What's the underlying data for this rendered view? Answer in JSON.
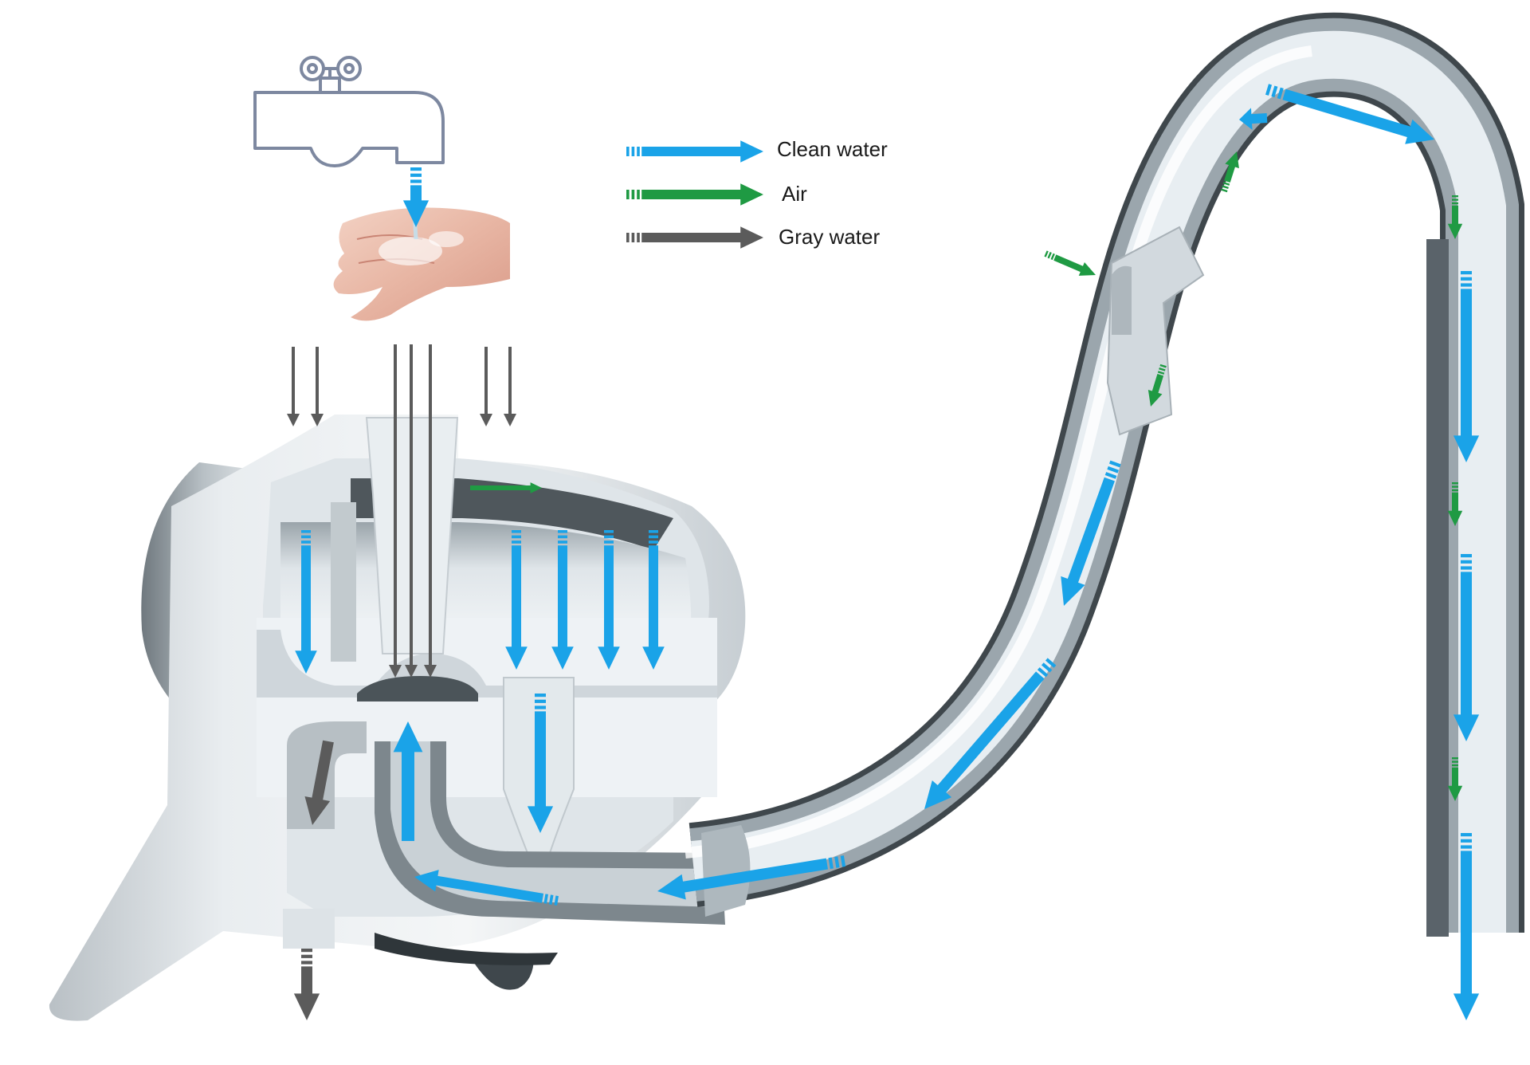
{
  "legend": {
    "items": [
      {
        "label": "Clean water",
        "color": "#1aa3e8"
      },
      {
        "label": "Air",
        "color": "#1f9a43"
      },
      {
        "label": "Gray water",
        "color": "#5b5b5b"
      }
    ]
  },
  "colors": {
    "clean_water": "#1aa3e8",
    "air": "#1f9a43",
    "gray_water": "#5b5b5b",
    "device_body": "#e8ecef",
    "device_shadow": "#8e979e",
    "pipe_dark": "#4b5459",
    "faucet_outline": "#7d88a0"
  },
  "icons": {
    "faucet": "faucet-icon",
    "hands": "washing-hands-icon"
  }
}
